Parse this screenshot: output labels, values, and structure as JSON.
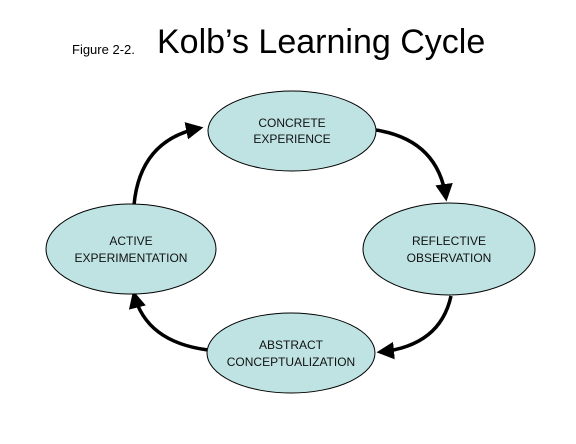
{
  "header": {
    "figure_label": "Figure 2-2.",
    "title": "Kolb’s Learning Cycle"
  },
  "nodes": {
    "concrete": {
      "line1": "CONCRETE",
      "line2": "EXPERIENCE"
    },
    "reflective": {
      "line1": "REFLECTIVE",
      "line2": "OBSERVATION"
    },
    "abstract": {
      "line1": "ABSTRACT",
      "line2": "CONCEPTUALIZATION"
    },
    "active": {
      "line1": "ACTIVE",
      "line2": "EXPERIMENTATION"
    }
  },
  "colors": {
    "node_fill": "#bfe3e3",
    "node_stroke": "#000000",
    "arrow": "#000000"
  }
}
